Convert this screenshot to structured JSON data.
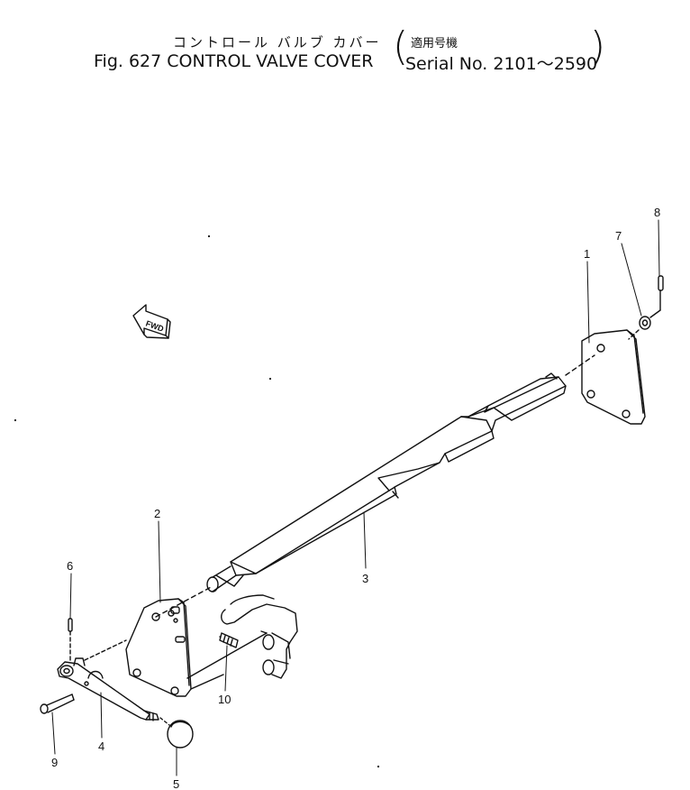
{
  "header": {
    "title_jp": "コントロール バルブ カバー",
    "title_en": "Fig. 627 CONTROL VALVE COVER",
    "serial_jp": "適用号機",
    "serial_en": "Serial No. 2101～2590"
  },
  "fwd_label": "FWD",
  "callouts": {
    "c1": "1",
    "c2": "2",
    "c3": "3",
    "c4": "4",
    "c5": "5",
    "c6": "6",
    "c7": "7",
    "c8": "8",
    "c9": "9",
    "c10": "10"
  }
}
